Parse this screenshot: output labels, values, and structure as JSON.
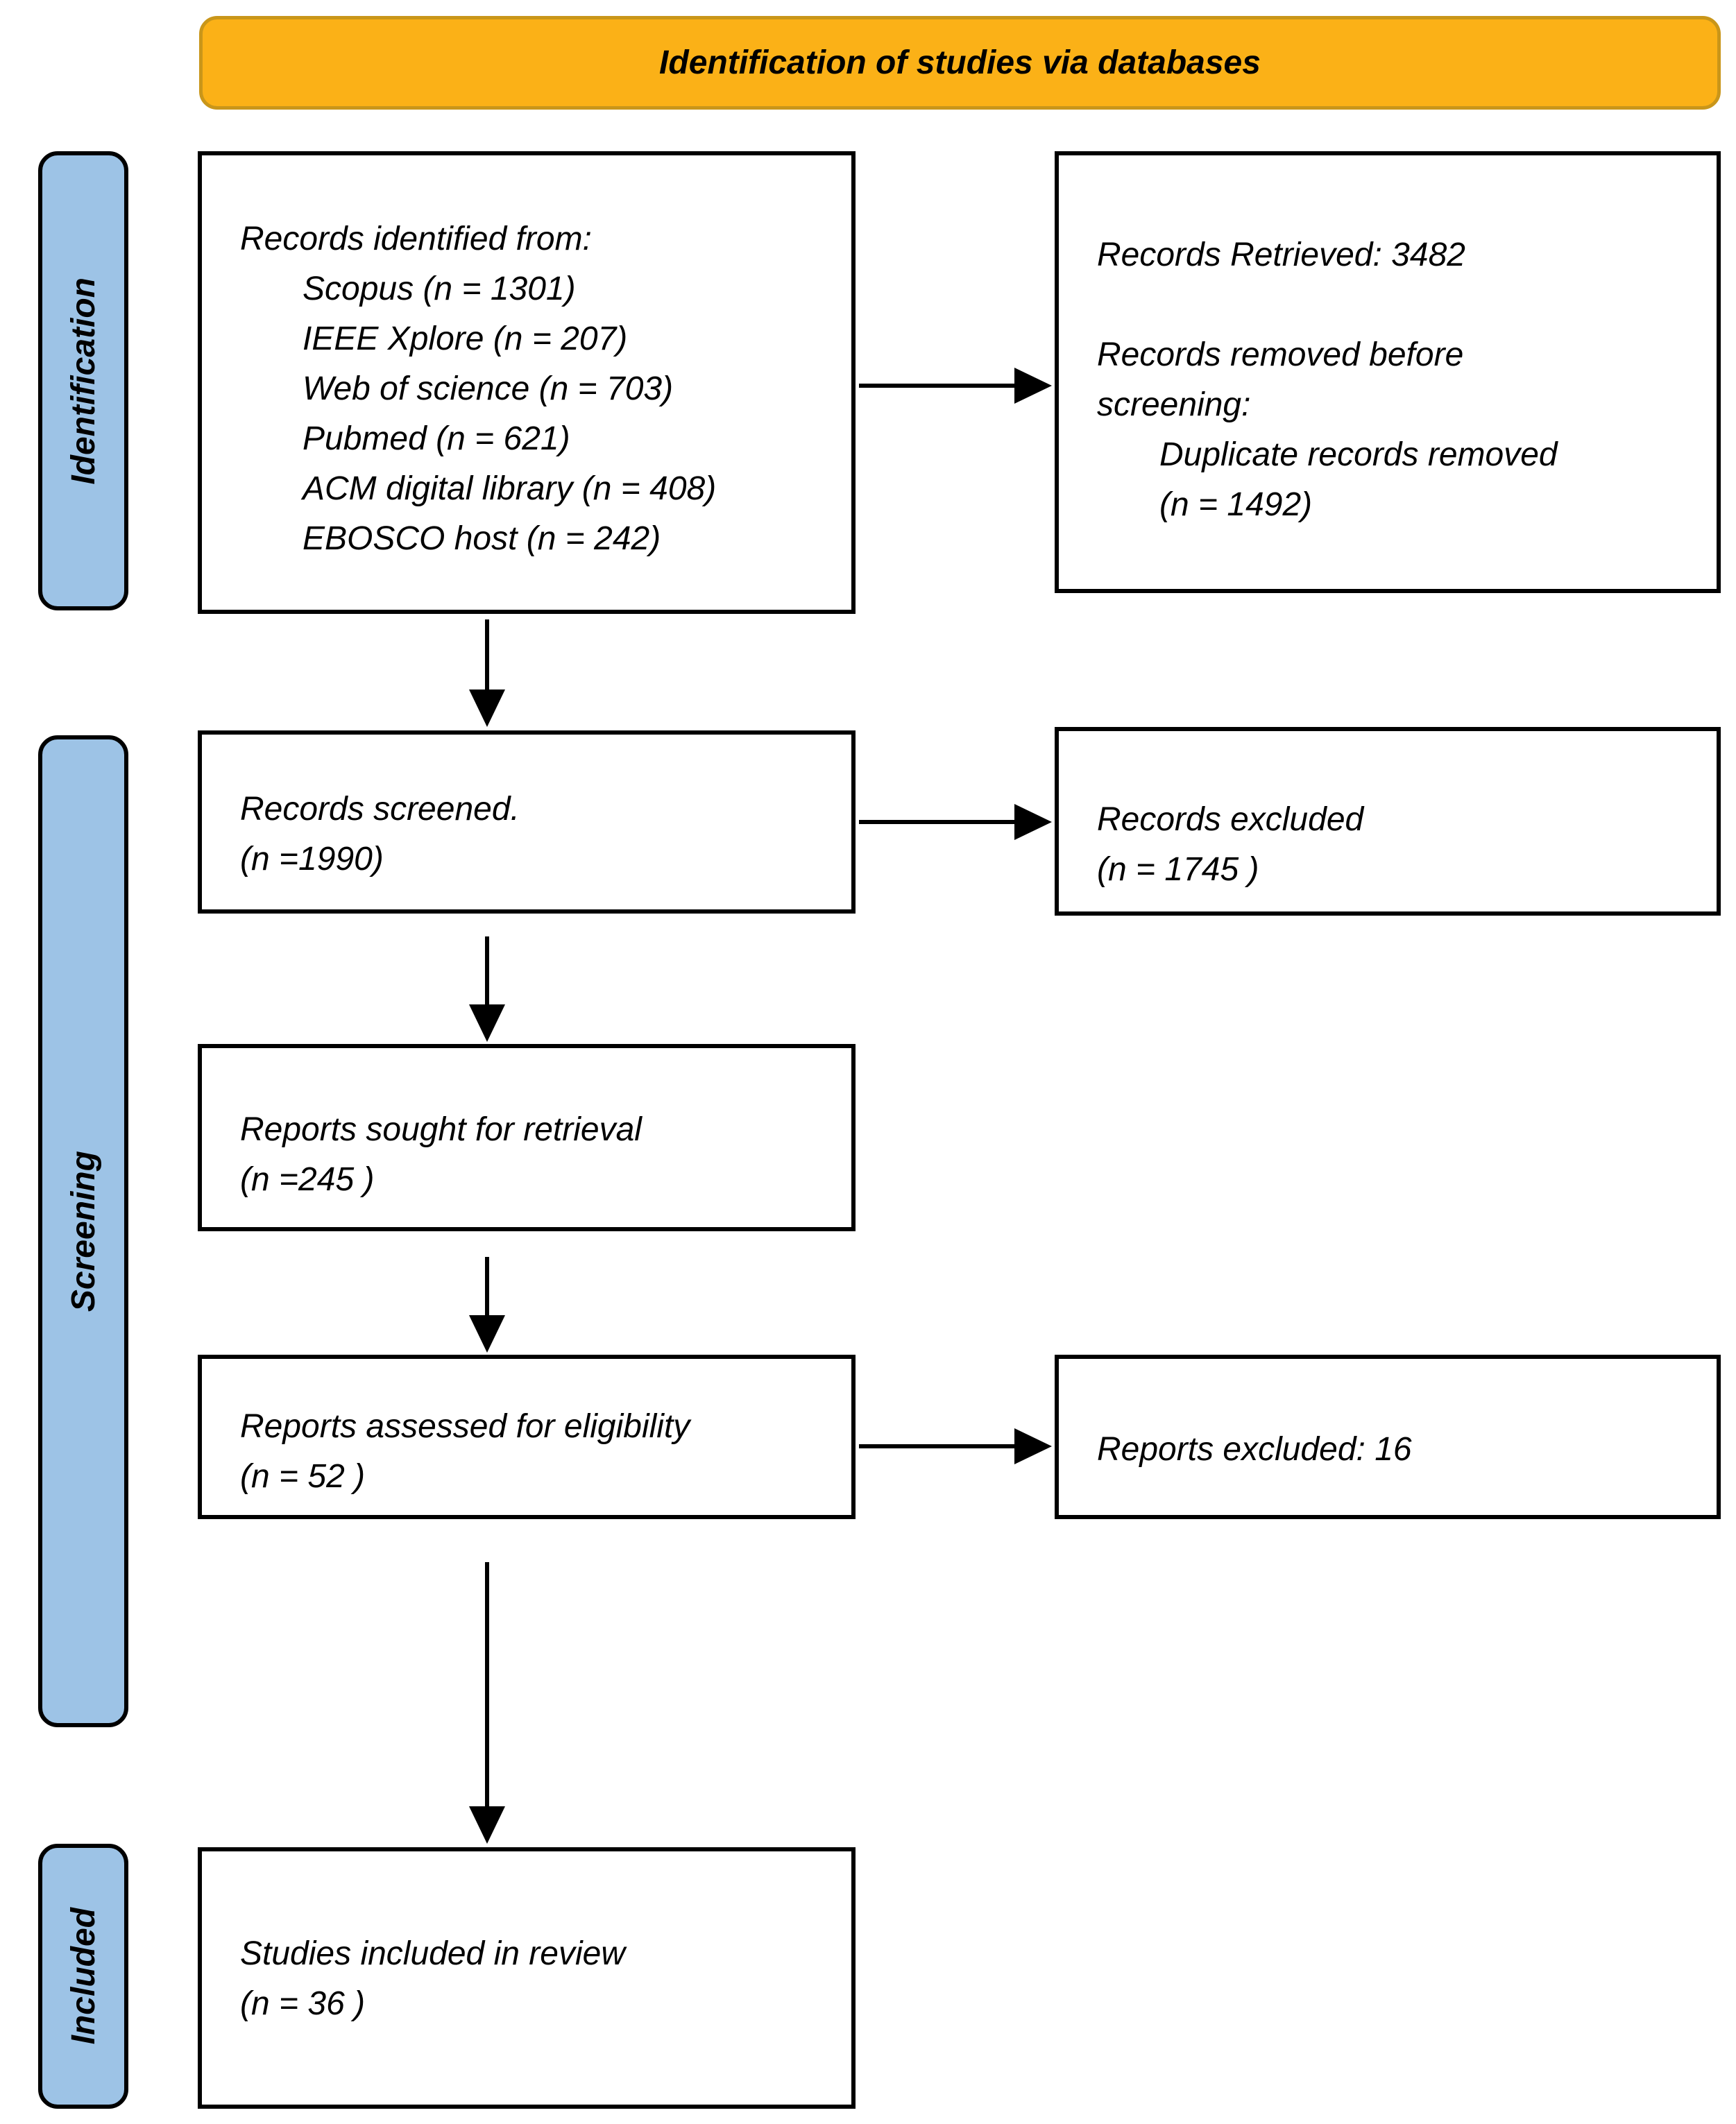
{
  "banner": {
    "title": "Identification of studies via databases"
  },
  "sidebar": {
    "identification_label": "Identification",
    "screening_label": "Screening",
    "included_label": "Included"
  },
  "boxes": {
    "records_identified": {
      "intro": "Records identified from:",
      "items": [
        "Scopus (n = 1301)",
        "IEEE Xplore (n = 207)",
        "Web of science (n = 703)",
        "Pubmed (n = 621)",
        "ACM digital library (n = 408)",
        "EBOSCO host (n = 242)"
      ]
    },
    "records_retrieved": {
      "retrieved_line": "Records Retrieved: 3482",
      "removed_heading": "Records removed before screening:",
      "removed_item": "Duplicate records removed",
      "removed_item_n": "(n = 1492)"
    },
    "records_screened": {
      "line1": "Records screened.",
      "line2": "(n =1990)"
    },
    "records_excluded": {
      "line1": "Records excluded",
      "line2": "(n = 1745 )"
    },
    "reports_sought": {
      "line1": "Reports sought for retrieval",
      "line2": "(n =245 )"
    },
    "reports_assessed": {
      "line1": "Reports assessed for eligibility",
      "line2": "(n = 52 )"
    },
    "reports_excluded": {
      "line1": "Reports excluded: 16"
    },
    "studies_included": {
      "line1": "Studies included in review",
      "line2": "(n = 36 )"
    }
  },
  "colors": {
    "banner_fill": "#FBB117",
    "banner_border": "#C9961A",
    "stage_fill": "#9DC3E6",
    "arrow": "#000000"
  }
}
